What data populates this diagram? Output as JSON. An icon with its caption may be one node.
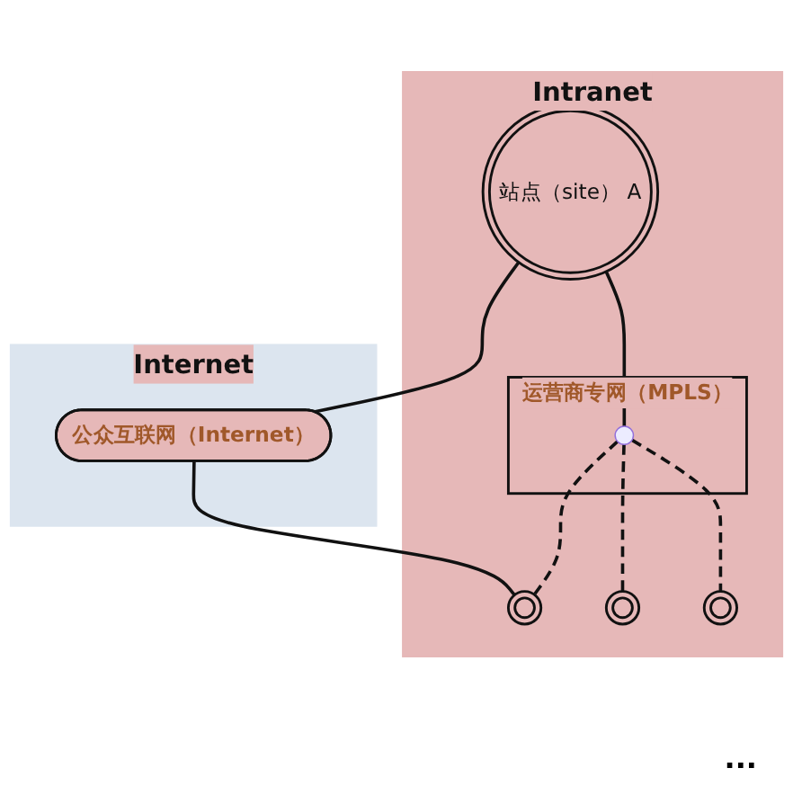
{
  "diagram": {
    "nodes": [
      {
        "text": [
          "Internet"
        ]
      },
      {
        "text": [
          "公众互联网（Internet）"
        ],
        "in": 0
      },
      {
        "text": [
          "Intranet"
        ]
      },
      {
        "text": [
          "运营商专网（MPLS）"
        ],
        "in": 2
      },
      {
        "text": [
          "站点（site） A"
        ],
        "in": 2
      },
      {
        "text": [],
        "shape": "circle",
        "in": 3
      },
      {
        "text": [],
        "shape": "circle",
        "in": 2
      },
      {
        "text": [],
        "shape": "circle",
        "in": 2
      },
      {
        "text": [],
        "shape": "circle",
        "in": 2
      }
    ],
    "edges": [
      {
        "from": 4,
        "to": 1,
        "arrow": "none"
      },
      {
        "from": 1,
        "to": 6,
        "arrow": "none"
      },
      {
        "from": 4,
        "to": 5,
        "arrow": "none"
      },
      {
        "from": 5,
        "to": 6,
        "arrow": "none",
        "style": "dashed"
      },
      {
        "from": 5,
        "to": 7,
        "arrow": "none",
        "style": "dashed"
      },
      {
        "from": 5,
        "to": 8,
        "arrow": "none",
        "style": "dashed"
      }
    ],
    "labels": [
      "..."
    ]
  }
}
